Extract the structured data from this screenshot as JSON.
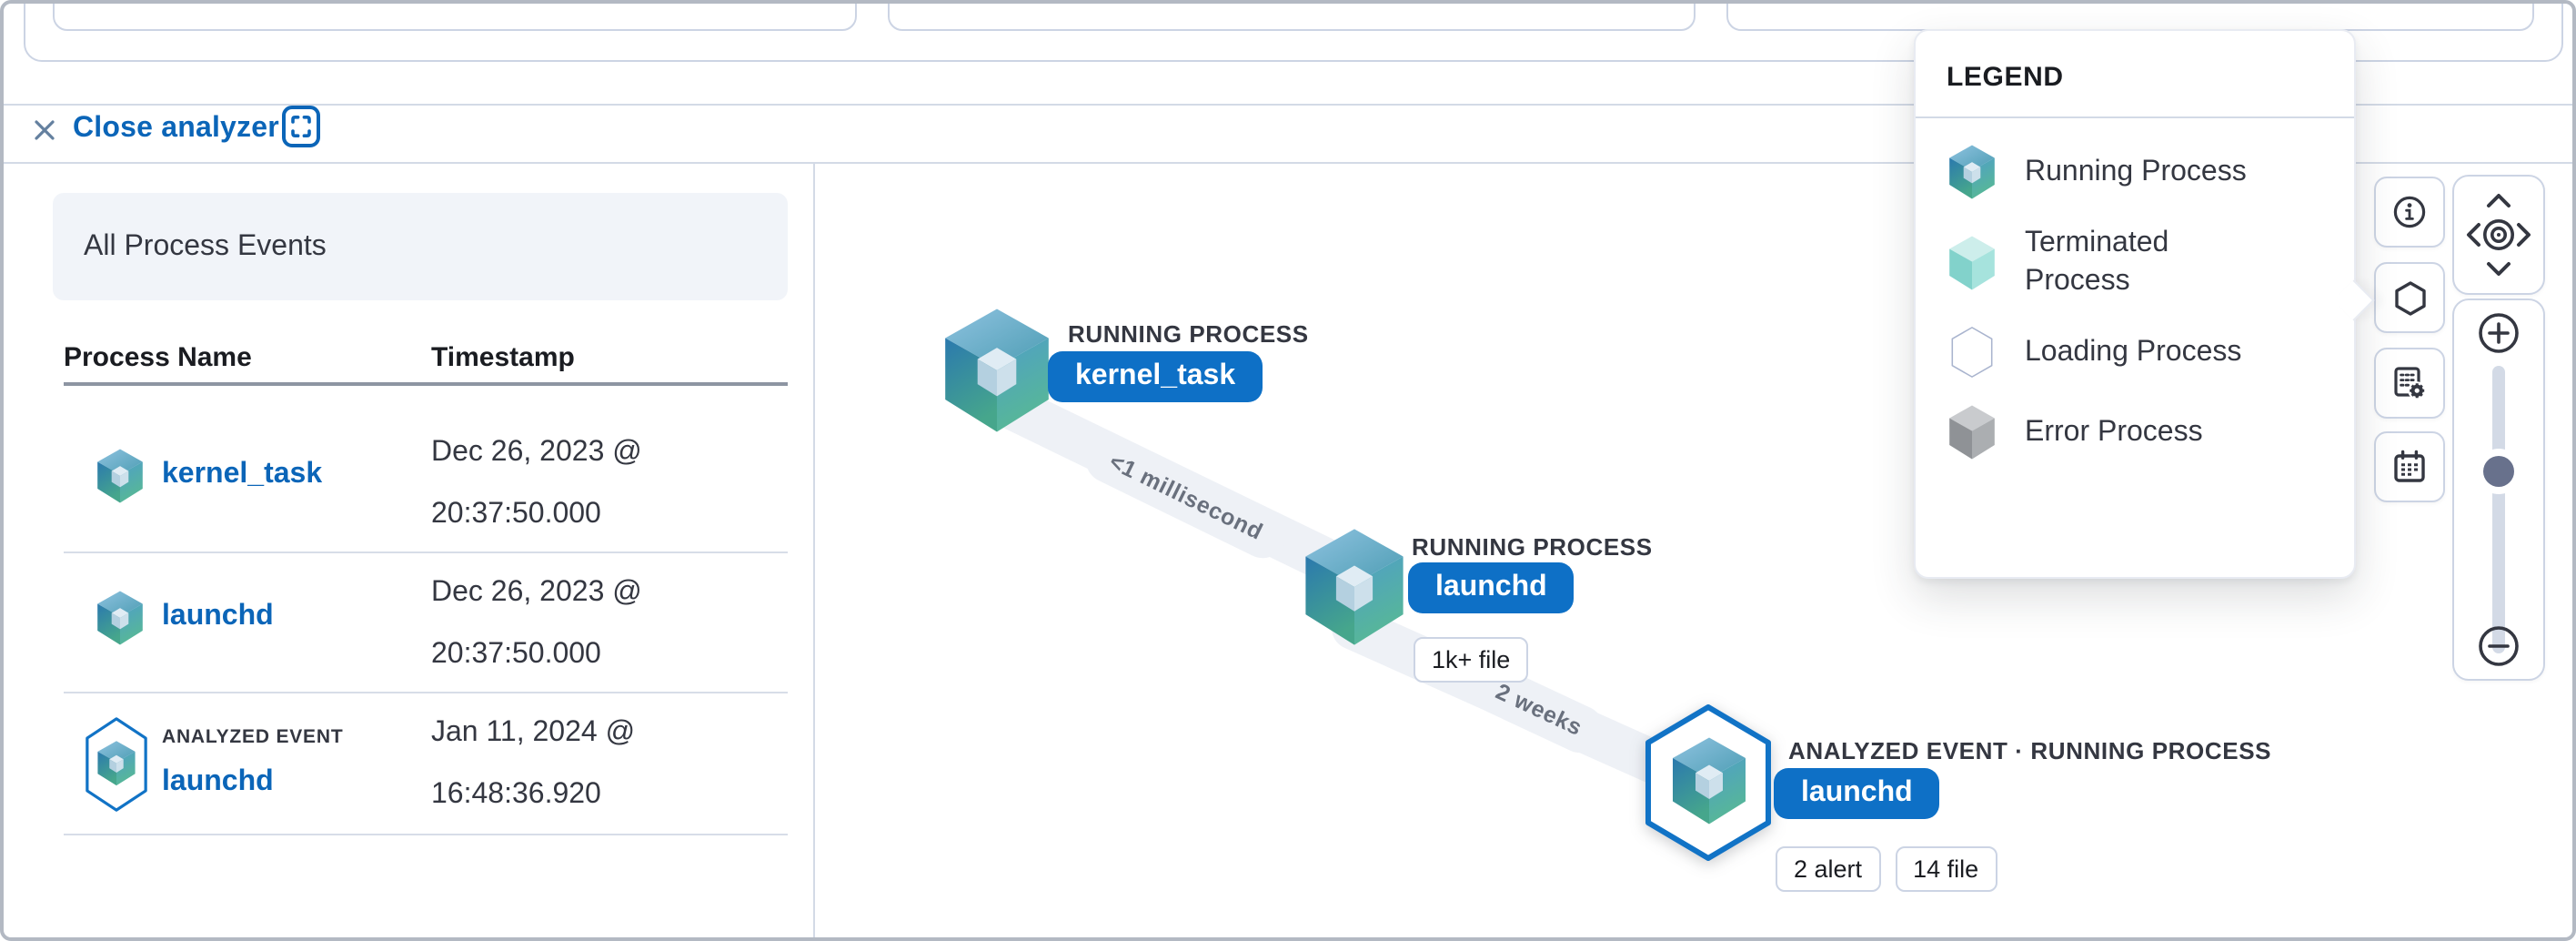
{
  "toolbar": {
    "close_label": "Close analyzer"
  },
  "left_panel": {
    "title": "All Process Events",
    "columns": {
      "name": "Process Name",
      "timestamp": "Timestamp"
    },
    "rows": [
      {
        "name": "kernel_task",
        "timestamp_line1": "Dec 26, 2023 @",
        "timestamp_line2": "20:37:50.000"
      },
      {
        "name": "launchd",
        "timestamp_line1": "Dec 26, 2023 @",
        "timestamp_line2": "20:37:50.000"
      },
      {
        "badge": "ANALYZED EVENT",
        "name": "launchd",
        "timestamp_line1": "Jan 11, 2024 @",
        "timestamp_line2": "16:48:36.920"
      }
    ]
  },
  "graph": {
    "nodes": [
      {
        "type_label": "RUNNING PROCESS",
        "name": "kernel_task",
        "badges": []
      },
      {
        "type_label": "RUNNING PROCESS",
        "name": "launchd",
        "badges": [
          "1k+ file"
        ]
      },
      {
        "type_label": "ANALYZED EVENT · RUNNING PROCESS",
        "name": "launchd",
        "badges": [
          "2 alert",
          "14 file"
        ]
      }
    ],
    "edges": [
      {
        "label": "<1 millisecond"
      },
      {
        "label": "2 weeks"
      }
    ]
  },
  "legend": {
    "title": "LEGEND",
    "items": [
      {
        "icon": "running-process-cube-icon",
        "label": "Running Process"
      },
      {
        "icon": "terminated-process-cube-icon",
        "label": "Terminated Process"
      },
      {
        "icon": "loading-process-hexagon-icon",
        "label": "Loading Process"
      },
      {
        "icon": "error-process-cube-icon",
        "label": "Error Process"
      }
    ]
  },
  "controls": {
    "buttons": [
      {
        "icon": "info-icon"
      },
      {
        "icon": "hexagon-shape-icon"
      },
      {
        "icon": "schema-settings-icon"
      },
      {
        "icon": "calendar-icon"
      }
    ],
    "pan": [
      "pan-up-icon",
      "pan-left-icon",
      "pan-center-icon",
      "pan-right-icon",
      "pan-down-icon"
    ],
    "zoom": [
      "zoom-in-icon",
      "zoom-slider",
      "zoom-out-icon"
    ]
  },
  "colors": {
    "accent_blue": "#0e70c6",
    "link_blue": "#0b65b8",
    "text_dark": "#343741",
    "border": "#d3dae6",
    "edge_band": "#eef1f6"
  }
}
